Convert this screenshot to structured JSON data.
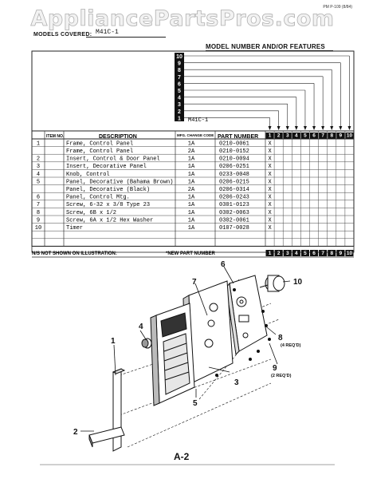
{
  "watermark": "AppliancePartsPros.com",
  "doc_id": "PM P-109 (8/84)",
  "models_covered_label": "MODELS COVERED:",
  "models_covered_value": "M41C-1",
  "model_features_title": "MODEL NUMBER AND/OR FEATURES",
  "ladder_numbers": [
    "10",
    "9",
    "8",
    "7",
    "6",
    "5",
    "4",
    "3",
    "2",
    "1"
  ],
  "model_column_1": "M41C-1",
  "headers": {
    "item": "ITEM NO.",
    "description": "DESCRIPTION",
    "mfg_change": "MFG. CHANGE CODE",
    "part_number": "PART NUMBER"
  },
  "column_numbers": [
    "1",
    "2",
    "3",
    "4",
    "5",
    "6",
    "7",
    "8",
    "9",
    "10"
  ],
  "rows": [
    {
      "item": "1",
      "desc": "Frame, Control Panel",
      "code": "1A",
      "part": "0210-0061",
      "m1": "X"
    },
    {
      "item": "",
      "desc": "Frame, Control Panel",
      "code": "2A",
      "part": "0210-0152",
      "m1": "X"
    },
    {
      "item": "2",
      "desc": "Insert, Control & Door Panel",
      "code": "1A",
      "part": "0210-0094",
      "m1": "X"
    },
    {
      "item": "3",
      "desc": "Insert, Decorative Panel",
      "code": "1A",
      "part": "0206-0251",
      "m1": "X"
    },
    {
      "item": "4",
      "desc": "Knob, Control",
      "code": "1A",
      "part": "0233-0048",
      "m1": "X"
    },
    {
      "item": "5",
      "desc": "Panel, Decorative (Bahama Brown)",
      "code": "1A",
      "part": "0206-0215",
      "m1": "X"
    },
    {
      "item": "",
      "desc": "Panel, Decorative (Black)",
      "code": "2A",
      "part": "0206-0314",
      "m1": "X"
    },
    {
      "item": "6",
      "desc": "Panel, Control Mtg.",
      "code": "1A",
      "part": "0206-0243",
      "m1": "X"
    },
    {
      "item": "7",
      "desc": "Screw, 6-32 x 3/8 Type 23",
      "code": "1A",
      "part": "0301-0123",
      "m1": "X"
    },
    {
      "item": "8",
      "desc": "Screw, 6B x 1/2",
      "code": "1A",
      "part": "0302-0063",
      "m1": "X"
    },
    {
      "item": "9",
      "desc": "Screw, 6A x 1/2 Hex Washer",
      "code": "1A",
      "part": "0302-0061",
      "m1": "X"
    },
    {
      "item": "10",
      "desc": "Timer",
      "code": "1A",
      "part": "0107-0028",
      "m1": "X"
    },
    {
      "item": "",
      "desc": "",
      "code": "",
      "part": "",
      "m1": ""
    },
    {
      "item": "",
      "desc": "",
      "code": "",
      "part": "",
      "m1": ""
    }
  ],
  "footer_ns": "N/S NOT SHOWN ON ILLUSTRATION:",
  "footer_new": "*NEW PART NUMBER",
  "callouts": {
    "c1": "1",
    "c2": "2",
    "c3": "3",
    "c4": "4",
    "c5": "5",
    "c6": "6",
    "c7": "7",
    "c8": "8",
    "c8_note": "(4 REQ'D)",
    "c9": "9",
    "c9_note": "(2 REQ'D)",
    "c10": "10"
  },
  "page_number": "A-2"
}
